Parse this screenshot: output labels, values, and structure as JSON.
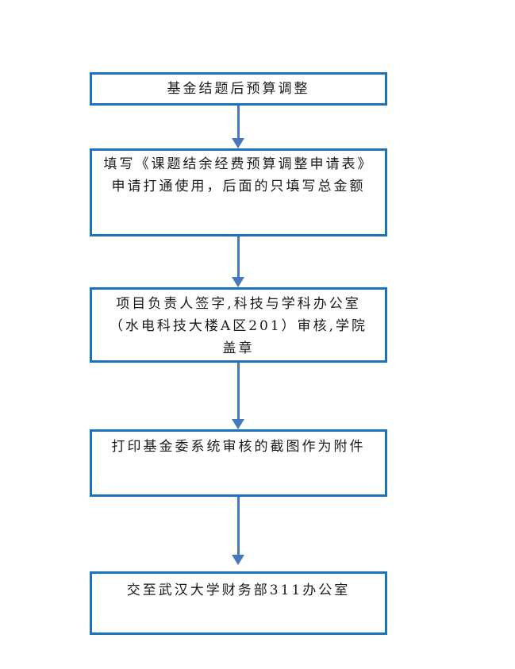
{
  "page": {
    "background": "#ffffff"
  },
  "colors": {
    "node_border": "#1B72BF",
    "arrow": "#4778BE",
    "text": "#1a1a1a"
  },
  "chart_data": {
    "type": "flowchart",
    "direction": "top-down",
    "nodes": [
      {
        "id": "start",
        "text": "基金结题后预算调整",
        "lines": [
          "基金结题后预算调整"
        ]
      },
      {
        "id": "fill-form",
        "text": "填写《课题结余经费预算调整申请表》申请打通使用，后面的只填写总金额",
        "lines": [
          "填写《课题结余经费预算调整申请表》",
          "申请打通使用，后面的只填写总金额"
        ]
      },
      {
        "id": "sign-and-review",
        "text": "项目负责人签字,科技与学科办公室（水电科技大楼A区201）审核,学院盖章",
        "lines": [
          "项目负责人签字,科技与学科办公室",
          "（水电科技大楼A区201）审核,学院",
          "盖章"
        ]
      },
      {
        "id": "print-screenshot",
        "text": "打印基金委系统审核的截图作为附件",
        "lines": [
          "打印基金委系统审核的截图作为附件"
        ]
      },
      {
        "id": "submit",
        "text": "交至武汉大学财务部311办公室",
        "lines": [
          "交至武汉大学财务部311办公室"
        ]
      }
    ],
    "connectors": [
      {
        "from": "start",
        "to": "fill-form"
      },
      {
        "from": "fill-form",
        "to": "sign-and-review"
      },
      {
        "from": "sign-and-review",
        "to": "print-screenshot"
      },
      {
        "from": "print-screenshot",
        "to": "submit"
      }
    ]
  }
}
